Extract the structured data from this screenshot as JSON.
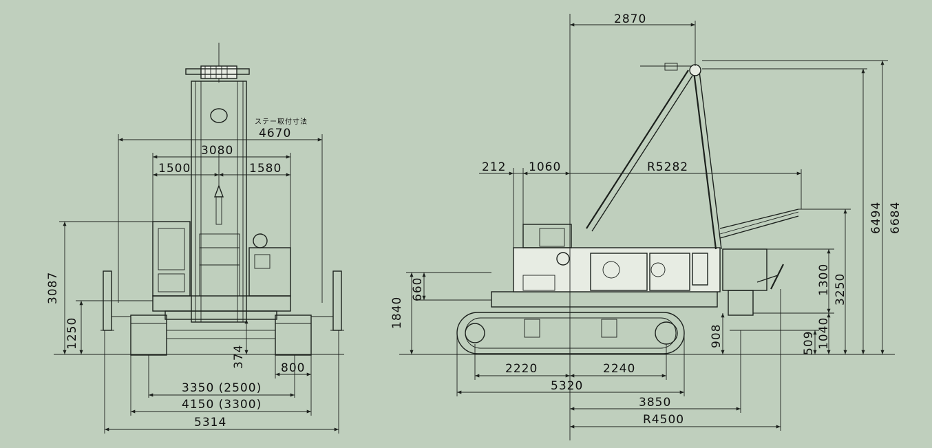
{
  "front_view": {
    "stay_note": "ステー取付寸法",
    "dims": {
      "overall_stay": "4670",
      "upper_width": "3080",
      "left_offset": "1500",
      "right_offset": "1580",
      "height_3087": "3087",
      "height_1250": "1250",
      "clearance_374": "374",
      "track_800": "800",
      "gauge": "3350 (2500)",
      "track_width": "4150 (3300)",
      "max_width": "5314"
    }
  },
  "side_view": {
    "dims": {
      "top_2870": "2870",
      "d212": "212",
      "d1060": "1060",
      "r5282": "R5282",
      "h6494": "6494",
      "h6684": "6684",
      "h1300": "1300",
      "h3250": "3250",
      "h1840": "1840",
      "h660": "660",
      "h908": "908",
      "h1040": "1040",
      "h509": "509",
      "d2220": "2220",
      "d2240": "2240",
      "d5320": "5320",
      "d3850": "3850",
      "r4500": "R4500"
    }
  }
}
